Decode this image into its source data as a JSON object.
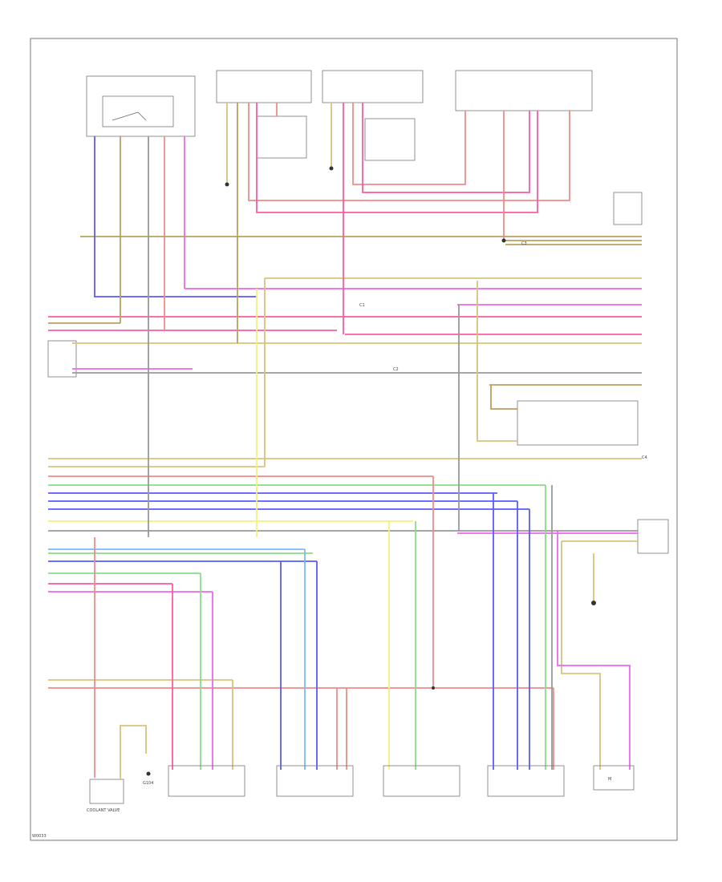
{
  "colors": {
    "red": "#f08a8a",
    "pink": "#ff5aa0",
    "magenta": "#ee66ee",
    "blue": "#5a5aff",
    "lightblue": "#7ab8ff",
    "yellow": "#f4f07a",
    "tan": "#d9c27a",
    "brown": "#b8a060",
    "green": "#88dd88",
    "gray": "#999999",
    "black": "#333333",
    "border": "#777777"
  },
  "footer": {
    "page_id": "W0033"
  },
  "components": {
    "heater_valve": {
      "label": "COOLANT VALVE"
    },
    "ground": {
      "label": "G104"
    },
    "unit_a": {
      "label": "M"
    }
  },
  "connector_labels": {
    "c1": "C1",
    "c2": "C2",
    "c3": "C3",
    "c4": "C4"
  }
}
